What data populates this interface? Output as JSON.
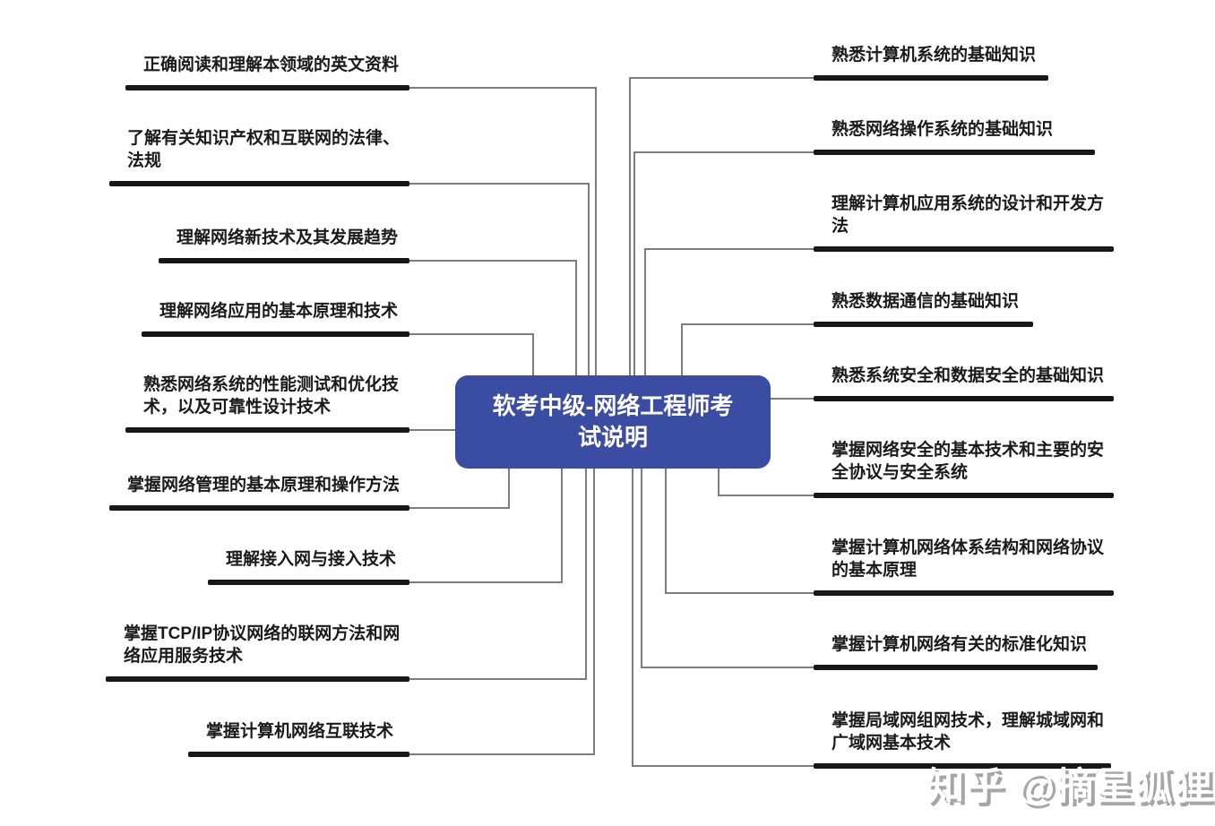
{
  "center": {
    "label": "软考中级-网络工程师考\n试说明"
  },
  "left_branches": [
    {
      "label": "正确阅读和理解本领域的英文资料"
    },
    {
      "label": "了解有关知识产权和互联网的法律、\n法规"
    },
    {
      "label": "理解网络新技术及其发展趋势"
    },
    {
      "label": "理解网络应用的基本原理和技术"
    },
    {
      "label": "熟悉网络系统的性能测试和优化技\n术，以及可靠性设计技术"
    },
    {
      "label": "掌握网络管理的基本原理和操作方法"
    },
    {
      "label": "理解接入网与接入技术"
    },
    {
      "label": "掌握TCP/IP协议网络的联网方法和网\n络应用服务技术"
    },
    {
      "label": "掌握计算机网络互联技术"
    }
  ],
  "right_branches": [
    {
      "label": "熟悉计算机系统的基础知识"
    },
    {
      "label": "熟悉网络操作系统的基础知识"
    },
    {
      "label": "理解计算机应用系统的设计和开发方\n法"
    },
    {
      "label": "熟悉数据通信的基础知识"
    },
    {
      "label": "熟悉系统安全和数据安全的基础知识"
    },
    {
      "label": "掌握网络安全的基本技术和主要的安\n全协议与安全系统"
    },
    {
      "label": "掌握计算机网络体系结构和网络协议\n的基本原理"
    },
    {
      "label": "掌握计算机网络有关的标准化知识"
    },
    {
      "label": "掌握局域网组网技术，理解城域网和\n广域网基本技术"
    }
  ],
  "watermark": {
    "text": "知乎 @摘星狐狸"
  },
  "colors": {
    "node_bg": "#3b4ca3",
    "branch_line": "#171717",
    "connector": "#7d7d7d",
    "label_text": "#1a1a1a",
    "node_text": "#ffffff"
  }
}
